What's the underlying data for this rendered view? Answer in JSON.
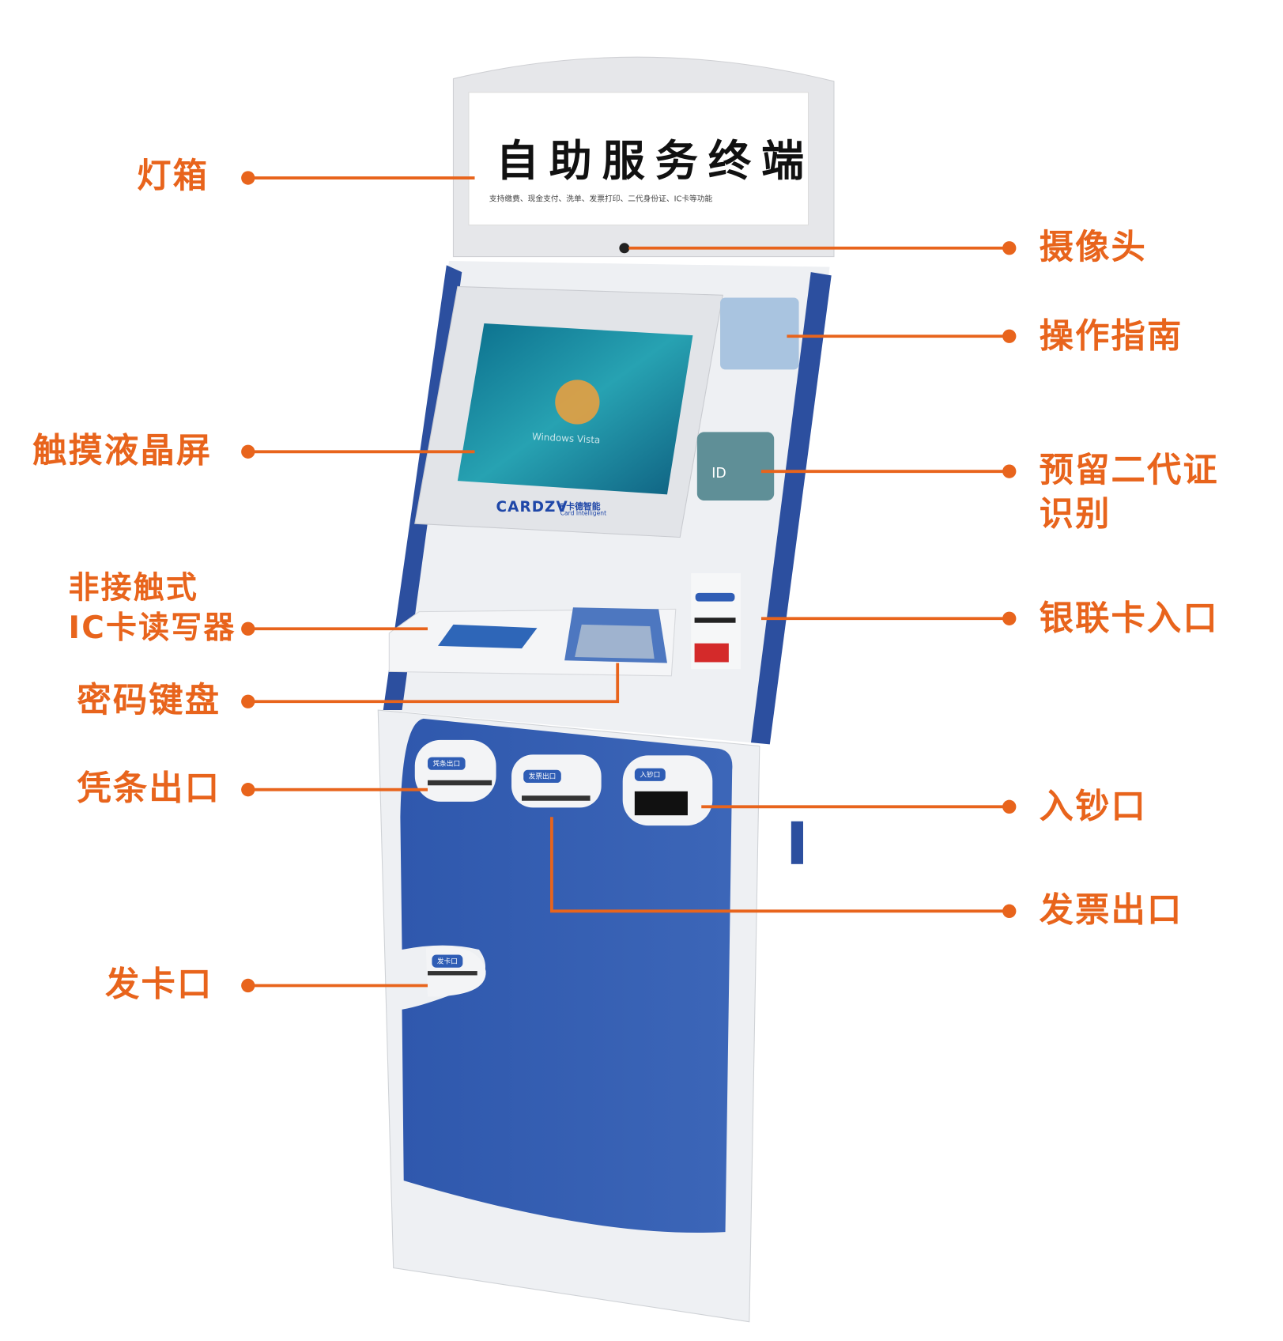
{
  "sign": {
    "title": "自助服务终端",
    "subtitle": "支持缴费、现金支付、洗单、发票打印、二代身份证、IC卡等功能"
  },
  "screen": {
    "os_text": "Windows Vista"
  },
  "brand": {
    "logo": "CARDZV",
    "cn": "®卡德智能",
    "en": "Card Intelligent"
  },
  "slot_labels": {
    "receipt": "凭条出口",
    "invoice": "发票出口",
    "cash": "入钞口",
    "card": "发卡口"
  },
  "callouts": {
    "left": [
      {
        "id": "lightbox",
        "label": "灯箱"
      },
      {
        "id": "touchscreen",
        "label": "触摸液晶屏"
      },
      {
        "id": "ic_reader_line1",
        "label": "非接触式"
      },
      {
        "id": "ic_reader_line2",
        "label": "IC卡读写器"
      },
      {
        "id": "keypad",
        "label": "密码键盘"
      },
      {
        "id": "receipt",
        "label": "凭条出口"
      },
      {
        "id": "card_issue",
        "label": "发卡口"
      }
    ],
    "right": [
      {
        "id": "camera",
        "label": "摄像头"
      },
      {
        "id": "guide",
        "label": "操作指南"
      },
      {
        "id": "id_line1",
        "label": "预留二代证"
      },
      {
        "id": "id_line2",
        "label": "识别"
      },
      {
        "id": "unionpay",
        "label": "银联卡入口"
      },
      {
        "id": "cash_in",
        "label": "入钞口"
      },
      {
        "id": "invoice",
        "label": "发票出口"
      }
    ]
  },
  "colors": {
    "accent": "#e8641c",
    "kiosk_blue": "#2f5bb0"
  }
}
